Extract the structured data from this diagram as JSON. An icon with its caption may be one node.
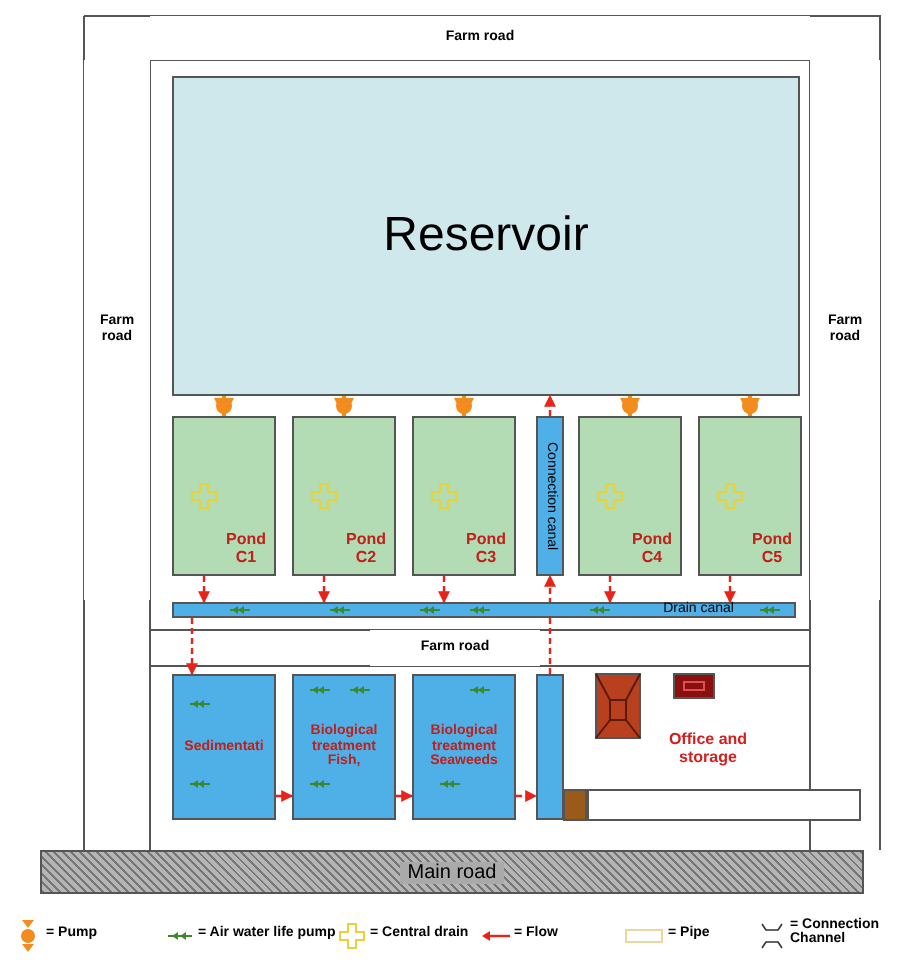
{
  "diagram": {
    "nodes": [
      {
        "text": [
          "Farm road"
        ]
      },
      {
        "text": [
          "Farm road"
        ]
      },
      {
        "text": [
          "Farm road"
        ]
      },
      {
        "text": [
          "Reservoir"
        ]
      },
      {
        "text": [
          "Pond C1"
        ]
      },
      {
        "text": [
          "Pond C2"
        ]
      },
      {
        "text": [
          "Pond C3"
        ]
      },
      {
        "text": [
          "Connection canal"
        ]
      },
      {
        "text": [
          "Pond C4"
        ]
      },
      {
        "text": [
          "Pond C5"
        ]
      },
      {
        "text": [
          "Drain canal"
        ]
      },
      {
        "text": [
          "Farm road"
        ]
      },
      {
        "text": [
          "Sedimentati"
        ]
      },
      {
        "text": [
          "Biological treatment Fish,"
        ]
      },
      {
        "text": [
          "Biological treatment Seaweeds"
        ]
      },
      {
        "text": [],
        "shape": "bar"
      },
      {
        "text": [
          "Main road"
        ]
      }
    ],
    "edges": [
      {
        "from": 3,
        "to": 4,
        "arrow": "to",
        "color": "#f28c1e"
      },
      {
        "from": 3,
        "to": 5,
        "arrow": "to",
        "color": "#f28c1e"
      },
      {
        "from": 3,
        "to": 6,
        "arrow": "to",
        "color": "#f28c1e"
      },
      {
        "from": 3,
        "to": 8,
        "arrow": "to",
        "color": "#f28c1e"
      },
      {
        "from": 3,
        "to": 9,
        "arrow": "to",
        "color": "#f28c1e"
      },
      {
        "from": 4,
        "to": 10,
        "arrow": "to",
        "style": "dashed"
      },
      {
        "from": 5,
        "to": 10,
        "arrow": "to",
        "style": "dashed"
      },
      {
        "from": 6,
        "to": 10,
        "arrow": "to",
        "style": "dashed"
      },
      {
        "from": 8,
        "to": 10,
        "arrow": "to",
        "style": "dashed"
      },
      {
        "from": 9,
        "to": 10,
        "arrow": "to",
        "style": "dashed"
      },
      {
        "from": 10,
        "to": 12,
        "arrow": "to",
        "style": "dashed"
      },
      {
        "from": 12,
        "to": 13,
        "arrow": "to",
        "style": "dashed"
      },
      {
        "from": 13,
        "to": 14,
        "arrow": "to",
        "style": "dashed"
      },
      {
        "from": 14,
        "to": 15,
        "arrow": "to",
        "style": "dashed"
      },
      {
        "from": 15,
        "to": 7,
        "arrow": "to",
        "style": "dashed"
      },
      {
        "from": 7,
        "to": 3,
        "arrow": "to",
        "style": "dashed"
      }
    ],
    "labels": [
      "Office and storage"
    ],
    "legend": [
      {
        "text": "= Pump"
      },
      {
        "text": "= Air water life pump"
      },
      {
        "text": "= Central drain"
      },
      {
        "text": "= Flow"
      },
      {
        "text": "= Pipe"
      },
      {
        "text": "= Connection Channel"
      }
    ]
  }
}
